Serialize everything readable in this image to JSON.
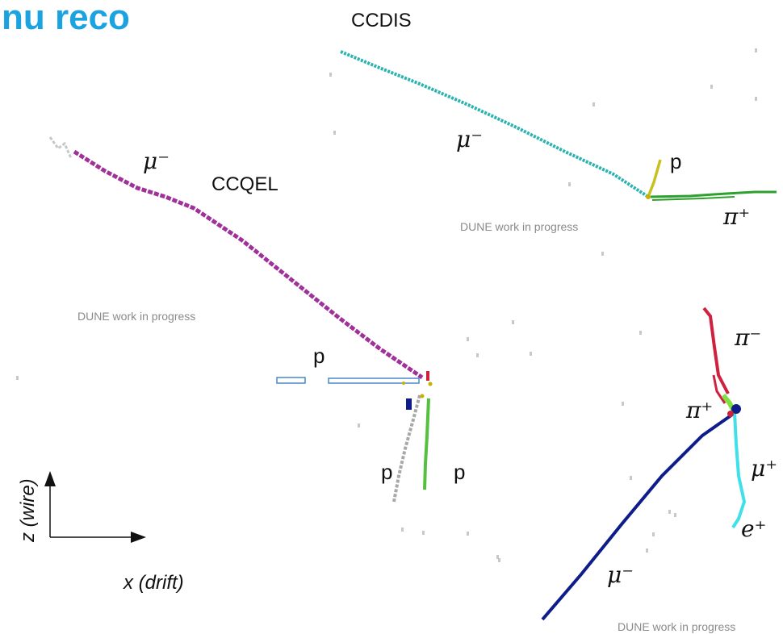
{
  "title": "nu reco",
  "colors": {
    "title": "#1aa3e0",
    "text": "#111111",
    "watermark": "#8a8a8a",
    "muon_ccdis": "#2ab3b0",
    "muon_ccqel": "#a0309a",
    "proton_ccdis": "#c8c020",
    "pion_ccdis": "#2ea02e",
    "proton_flat": "#4a88c8",
    "proton_grey": "#a8a8a8",
    "proton_green": "#55c040",
    "muon_bottom": "#0e1d8a",
    "pim": "#d02040",
    "pip": "#80e040",
    "mup": "#40e0e8",
    "vertex": "#c8b000",
    "noise": "#c8c8c8"
  },
  "events": {
    "ccdis": {
      "name": "CCDIS",
      "muon": "μ⁻",
      "proton": "p",
      "pion": "π⁺",
      "watermark": "DUNE work in progress"
    },
    "ccqel": {
      "name": "CCQEL",
      "muon": "μ⁻",
      "proton_a": "p",
      "proton_b": "p",
      "proton_c": "p",
      "watermark": "DUNE work in progress"
    },
    "third": {
      "pim": "π⁻",
      "pip": "π⁺",
      "mup": "μ⁺",
      "ep": "e⁺",
      "muon": "μ⁻",
      "watermark": "DUNE work in progress"
    }
  },
  "axes": {
    "z": "z (wire)",
    "x": "x (drift)"
  },
  "icons": {
    "axis_z_arrow": "arrow-up-icon",
    "axis_x_arrow": "arrow-right-icon"
  }
}
